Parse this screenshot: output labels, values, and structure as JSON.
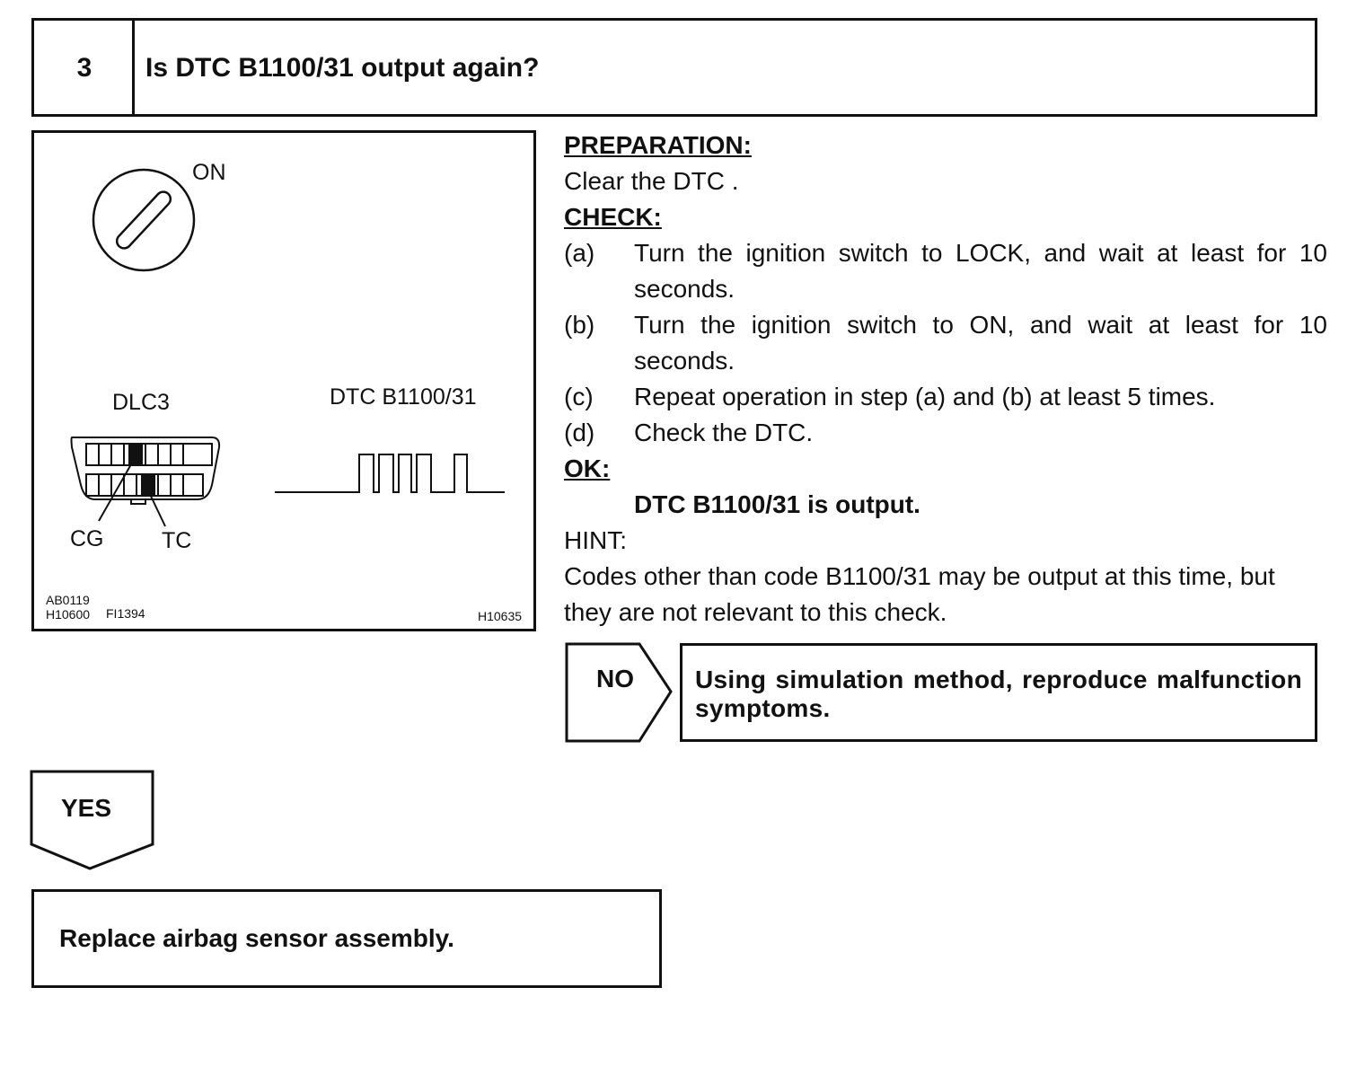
{
  "step": {
    "number": "3",
    "title": "Is DTC B1100/31 output again?"
  },
  "figure": {
    "switch_label": "ON",
    "connector_label": "DLC3",
    "pin_cg_label": "CG",
    "pin_tc_label": "TC",
    "waveform_label": "DTC B1100/31",
    "codes_left": [
      "AB0119",
      "H10600"
    ],
    "code_middle": "FI1394",
    "code_right": "H10635"
  },
  "instructions": {
    "preparation_heading": "PREPARATION:",
    "preparation_text": "Clear the DTC .",
    "check_heading": "CHECK:",
    "check_items": [
      {
        "label": "(a)",
        "text": "Turn the ignition switch to LOCK, and wait at least for 10 seconds."
      },
      {
        "label": "(b)",
        "text": "Turn the ignition switch to ON, and wait at least for 10 seconds."
      },
      {
        "label": "(c)",
        "text": "Repeat operation in step (a) and (b) at least 5 times."
      },
      {
        "label": "(d)",
        "text": "Check the DTC."
      }
    ],
    "ok_heading": "OK:",
    "ok_text": "DTC B1100/31 is output.",
    "hint_heading": "HINT:",
    "hint_text": "Codes other than code B1100/31 may be output at this time, but they are not relevant to this check."
  },
  "no_branch": {
    "label": "NO",
    "text": "Using simulation method, reproduce malfunction symptoms."
  },
  "yes_branch": {
    "label": "YES",
    "text": "Replace airbag sensor assembly."
  }
}
